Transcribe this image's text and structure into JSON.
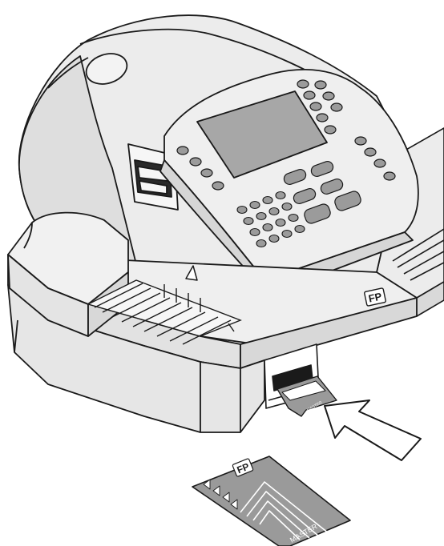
{
  "device": {
    "brand_logo": "FP",
    "card_front_logo": "FP",
    "inserted_card_label": "MASTER",
    "loose_card_label": "MASTER"
  },
  "icons": {
    "up_arrow_marker": "triangle-up-icon",
    "insert_arrow": "arrow-icon"
  },
  "colors": {
    "line": "#1a1a1a",
    "body_fill": "#ececec",
    "shadow_fill": "#d4d4d4",
    "screen_fill": "#a7a7a7",
    "button_fill": "#9b9b9b",
    "card_fill": "#9a9a9a"
  }
}
